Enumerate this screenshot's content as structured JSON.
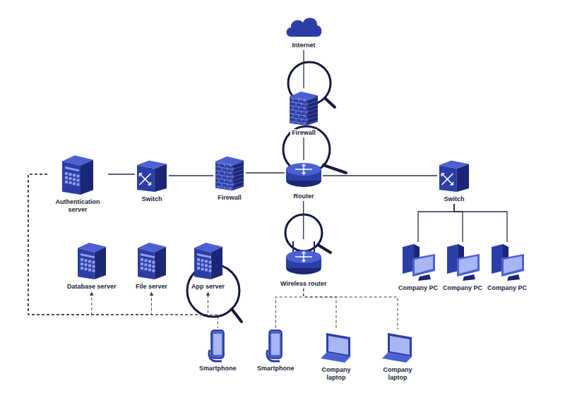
{
  "diagram": {
    "nodes": [
      {
        "text": [
          "Internet"
        ]
      },
      {
        "text": [
          "Firewall"
        ]
      },
      {
        "text": [
          "Authentication server"
        ]
      },
      {
        "text": [
          "Switch"
        ]
      },
      {
        "text": [
          "Firewall"
        ]
      },
      {
        "text": [
          "Router"
        ]
      },
      {
        "text": [
          "Switch"
        ]
      },
      {
        "text": [
          "Database server"
        ]
      },
      {
        "text": [
          "File server"
        ]
      },
      {
        "text": [
          "App server"
        ]
      },
      {
        "text": [
          "Wireless router"
        ]
      },
      {
        "text": [
          "Company PC"
        ]
      },
      {
        "text": [
          "Company PC"
        ]
      },
      {
        "text": [
          "Company PC"
        ]
      },
      {
        "text": [
          "Smartphone"
        ]
      },
      {
        "text": [
          "Smartphone"
        ]
      },
      {
        "text": [
          "Company laptop"
        ]
      },
      {
        "text": [
          "Company laptop"
        ]
      }
    ],
    "edges": [
      {
        "from": 0,
        "to": 1,
        "arrow": "none"
      },
      {
        "from": 1,
        "to": 5,
        "arrow": "none"
      },
      {
        "from": 2,
        "to": 3,
        "arrow": "none"
      },
      {
        "from": 3,
        "to": 4,
        "arrow": "none"
      },
      {
        "from": 4,
        "to": 5,
        "arrow": "none"
      },
      {
        "from": 5,
        "to": 6,
        "arrow": "none"
      },
      {
        "from": 5,
        "to": 10,
        "arrow": "none"
      },
      {
        "from": 6,
        "to": 11,
        "arrow": "none"
      },
      {
        "from": 6,
        "to": 12,
        "arrow": "none"
      },
      {
        "from": 6,
        "to": 13,
        "arrow": "none"
      },
      {
        "from": 2,
        "to": 7,
        "arrow": "to"
      },
      {
        "from": 2,
        "to": 8,
        "arrow": "to"
      },
      {
        "from": 2,
        "to": 9,
        "arrow": "to"
      },
      {
        "from": 2,
        "to": 14,
        "arrow": "none"
      },
      {
        "from": 10,
        "to": 15,
        "arrow": "none"
      },
      {
        "from": 10,
        "to": 16,
        "arrow": "none"
      },
      {
        "from": 10,
        "to": 17,
        "arrow": "none"
      }
    ]
  }
}
